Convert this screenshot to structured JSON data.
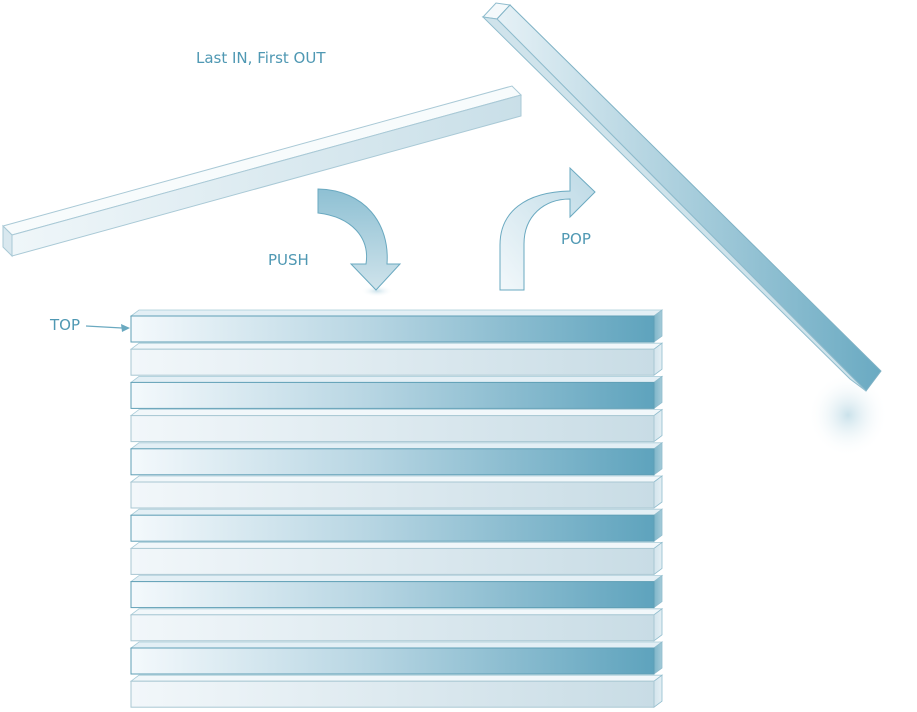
{
  "labels": {
    "title": "Last IN, First OUT",
    "push": "PUSH",
    "pop": "POP",
    "top": "TOP"
  },
  "stack": {
    "item_count": 12,
    "pattern": [
      "dark",
      "light"
    ]
  },
  "icons": {
    "push_arrow": "curved-arrow-down-icon",
    "pop_arrow": "curved-arrow-up-right-icon",
    "top_pointer": "arrow-right-icon"
  },
  "colors": {
    "label": "#4f98b3",
    "dark_bar_start": "#f4f9fc",
    "dark_bar_end": "#5ea3bd",
    "light_bar_start": "#f2f7fa",
    "light_bar_end": "#c8dce5",
    "edge": "#6aa9c0"
  }
}
